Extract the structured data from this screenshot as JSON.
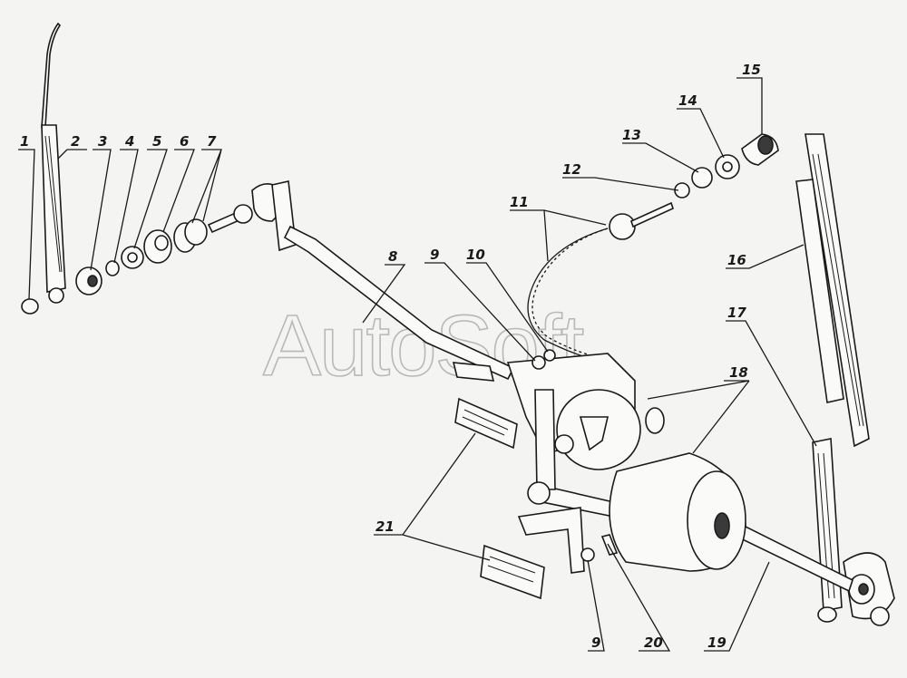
{
  "watermark": "AutoSoft",
  "callouts": [
    "1",
    "2",
    "3",
    "4",
    "5",
    "6",
    "7",
    "8",
    "9",
    "10",
    "11",
    "12",
    "13",
    "14",
    "15",
    "16",
    "17",
    "18",
    "19",
    "20",
    "21",
    "9"
  ]
}
